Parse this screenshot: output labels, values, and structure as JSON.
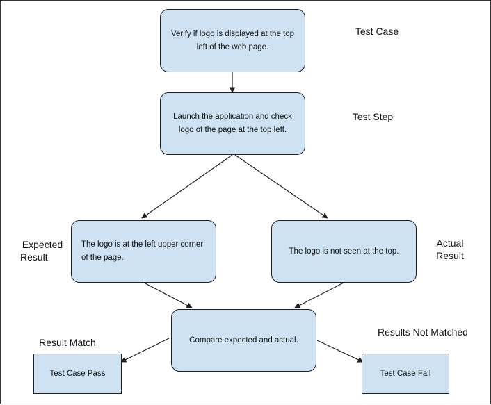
{
  "nodes": {
    "test_case": "Verify if logo is displayed at the top left of the web page.",
    "test_step": "Launch the application and check logo of the page at the top left.",
    "expected": "The logo is at the left upper corner of the page.",
    "actual": "The logo is not seen at the top.",
    "compare": "Compare expected and actual.",
    "pass": "Test Case Pass",
    "fail": "Test Case Fail"
  },
  "captions": {
    "test_case": "Test Case",
    "test_step": "Test Step",
    "expected_line1": "Expected",
    "expected_line2": "Result",
    "actual_line1": "Actual",
    "actual_line2": "Result",
    "result_match": "Result Match",
    "results_not_matched": "Results Not Matched"
  },
  "colors": {
    "node_fill": "#cfe2f3",
    "stroke": "#1f1f1f"
  }
}
